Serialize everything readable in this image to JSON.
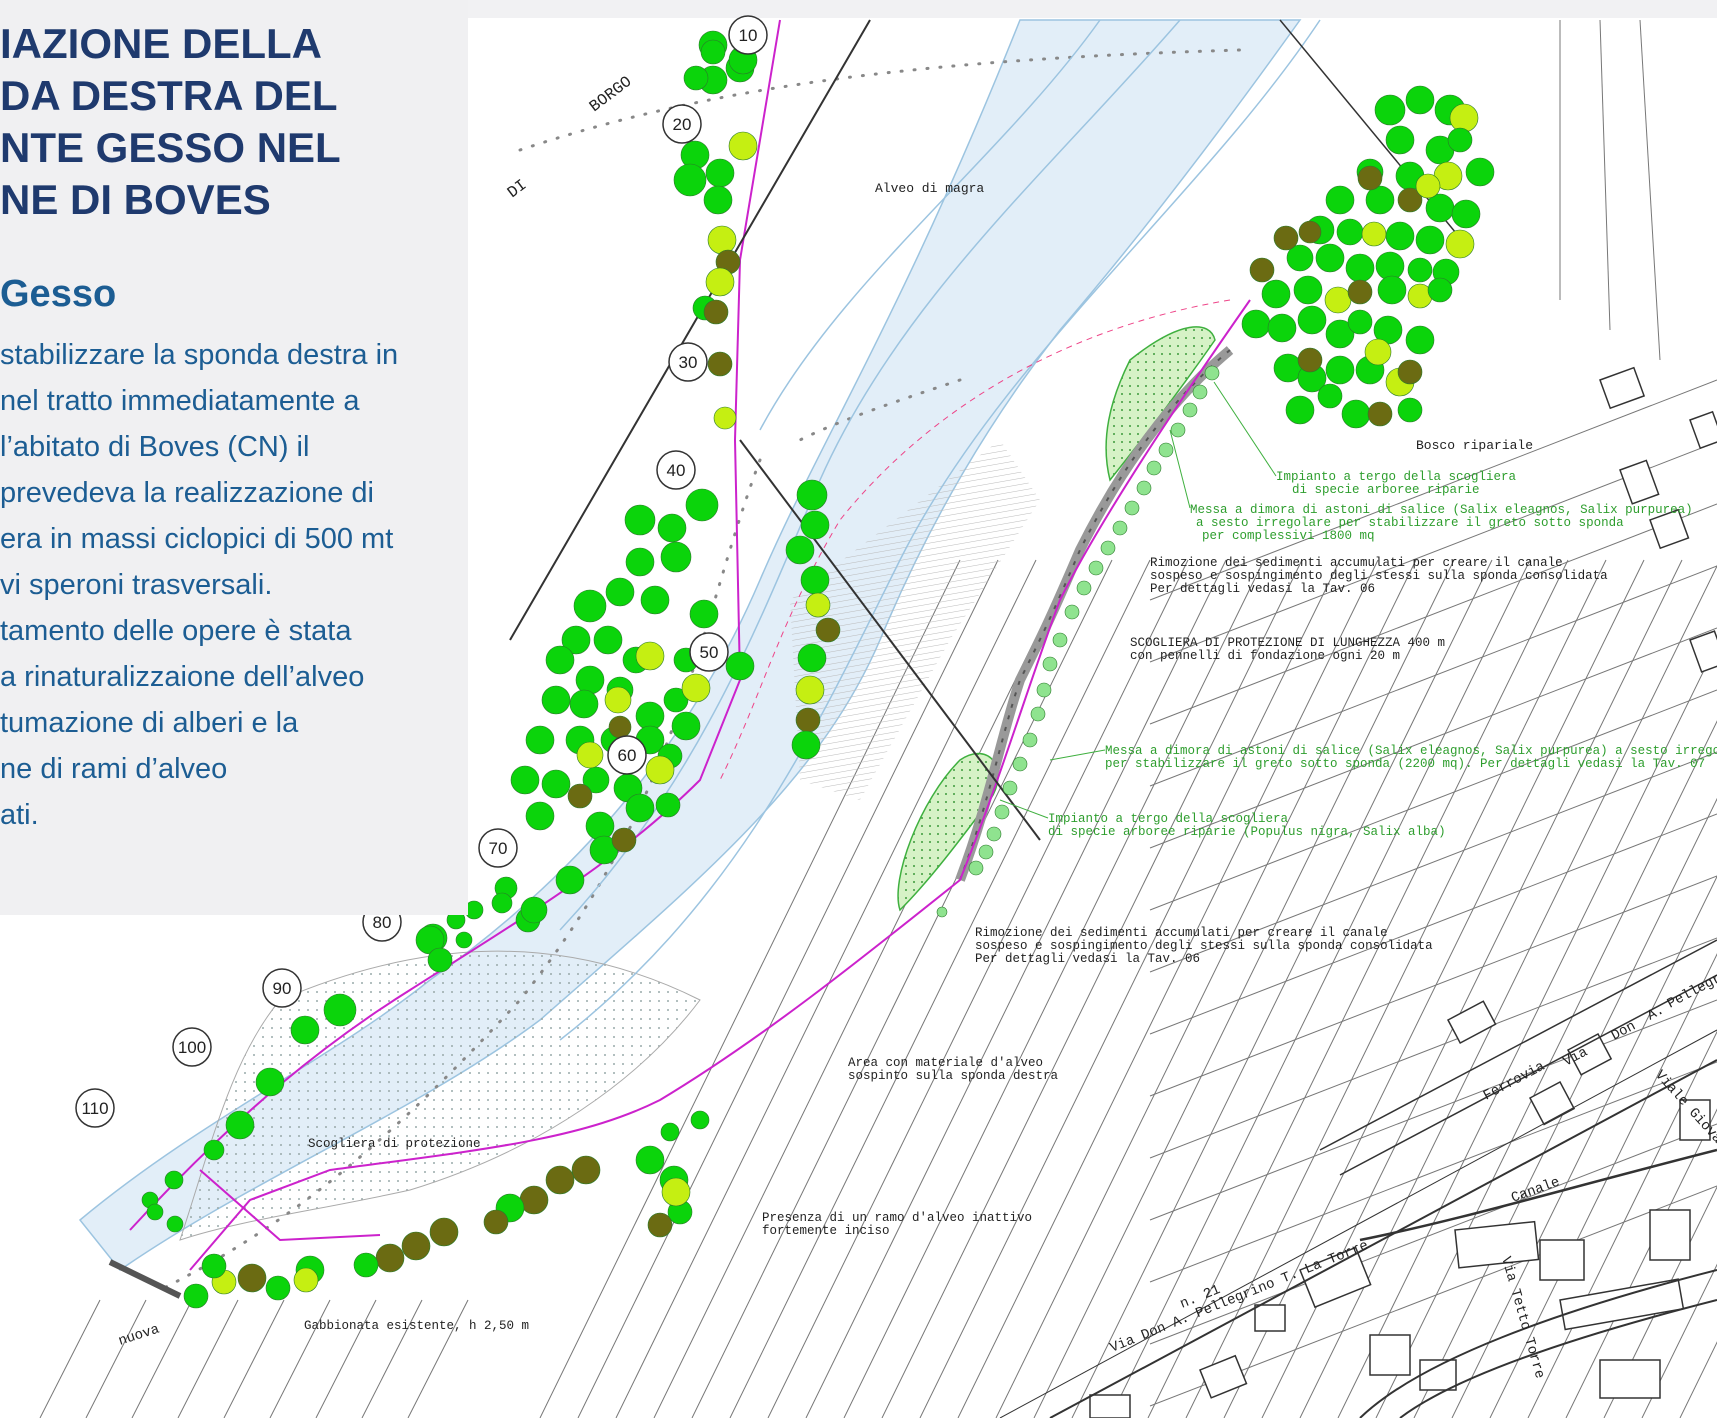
{
  "colors": {
    "title": "#1f3a6e",
    "body_text": "#1c5d93",
    "tree_green": "#0bd40b",
    "tree_lime": "#c5ef12",
    "tree_olive": "#6b6b12",
    "riverbed_pink": "#cc22cc",
    "water": "#e2eef8"
  },
  "panel": {
    "title_lines": [
      "IAZIONE DELLA",
      "DA DESTRA DEL",
      "NTE GESSO NEL",
      "NE DI BOVES"
    ],
    "subtitle": "Gesso",
    "paragraphs": [
      [
        "stabilizzare la sponda destra in",
        "nel tratto immediatamente a",
        "l’abitato di Boves (CN) il",
        "prevedeva la realizzazione di",
        "era in massi ciclopici di 500 mt",
        "vi speroni trasversali."
      ],
      [
        "tamento delle opere è stata",
        "a rinaturalizzaione dell’alveo",
        "tumazione di alberi e la",
        "ne di rami d’alveo",
        "ati."
      ]
    ]
  },
  "map": {
    "chainage_labels": [
      "10",
      "20",
      "30",
      "40",
      "50",
      "60",
      "70",
      "80",
      "90",
      "100",
      "110"
    ],
    "road_text": [
      "BORGO",
      "DI",
      "nuova",
      "Ferrovia",
      "Via",
      "Don",
      "A.",
      "Pellegrino",
      "Viale Giovanni",
      "Canale",
      "Via Tetto Torre",
      "n. 21",
      "Via Don A. Pellegrino T. La Torre"
    ],
    "annotations": {
      "alveo_magra": "Alveo di magra",
      "bosco": "Bosco ripariale",
      "impianto_1": [
        "Impianto a tergo della scogliera",
        "di specie arboree riparie"
      ],
      "messa_1": [
        "Messa a dimora di astoni di salice (Salix eleagnos, Salix purpurea)",
        "a sesto irregolare per stabilizzare il greto sotto sponda",
        "per complessivi 1800 mq"
      ],
      "rimozione_1": [
        "Rimozione dei sedimenti accumulati per creare il canale",
        "sospeso e sospingimento degli stessi sulla sponda consolidata",
        "Per dettagli vedasi la Tav. 06"
      ],
      "scogliera_prot": [
        "SCOGLIERA DI PROTEZIONE DI LUNGHEZZA 400 m",
        "con pennelli di fondazione ogni 20 m"
      ],
      "messa_2": [
        "Messa a dimora di astoni di salice (Salix eleagnos, Salix purpurea) a sesto irregolare",
        "per stabilizzare il greto sotto sponda (2200 mq). Per dettagli vedasi la Tav. 07"
      ],
      "impianto_2": [
        "Impianto a tergo della scogliera",
        "di specie arboree riparie (Populus nigra, Salix alba)"
      ],
      "rimozione_2": [
        "Rimozione dei sedimenti accumulati per creare il canale",
        "sospeso e sospingimento degli stessi sulla sponda consolidata",
        "Per dettagli vedasi la Tav. 06"
      ],
      "area_materiale": [
        "Area con materiale d'alveo",
        "sospinto sulla sponda destra"
      ],
      "scogliera_left": "Scogliera di protezione",
      "ramo": [
        "Presenza di un ramo d'alveo inattivo",
        "fortemente inciso"
      ],
      "gabbionata": "Gabbionata esistente, h 2,50 m"
    }
  }
}
